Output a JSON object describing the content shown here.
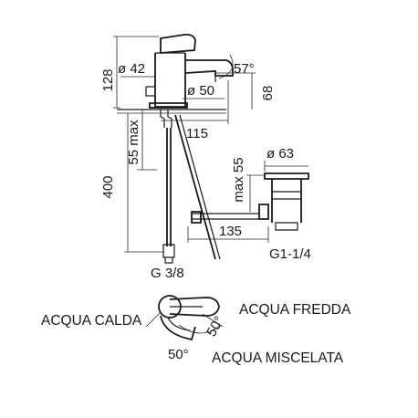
{
  "dimensions": {
    "height_top": "128",
    "spout_diameter": "ø 42",
    "angle_spout": "57°",
    "base_diameter": "ø 50",
    "spout_height": "68",
    "reach": "115",
    "deck_max": "55 max",
    "hose_length": "400",
    "hose_thread": "G 3/8",
    "waste_diameter": "ø 63",
    "waste_max": "max 55",
    "rod_length": "135",
    "waste_thread": "G1-1/4"
  },
  "handle_diagram": {
    "hot_label": "ACQUA CALDA",
    "cold_label": "ACQUA FREDDA",
    "mixed_label": "ACQUA MISCELATA",
    "angle_left": "50°",
    "angle_right": "50°"
  }
}
